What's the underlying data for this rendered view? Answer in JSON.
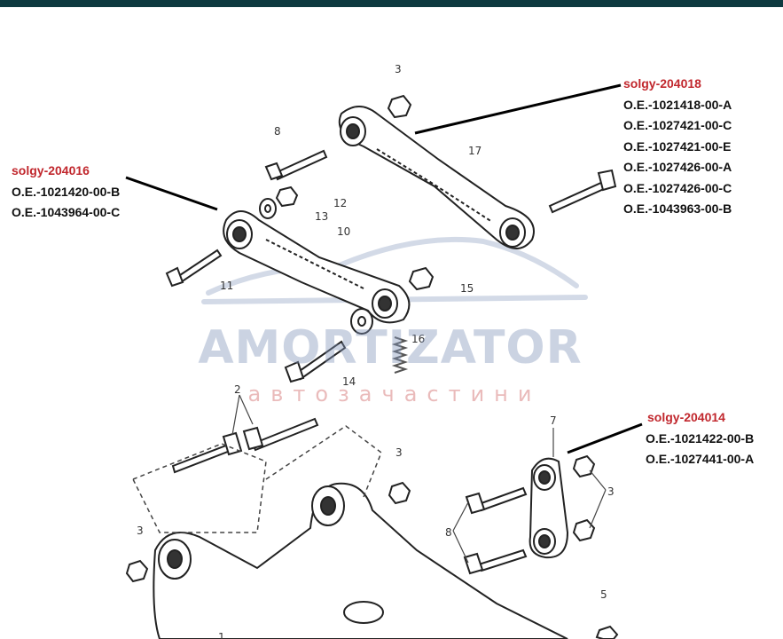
{
  "watermark": {
    "brand": "AMORTIZATOR",
    "subtitle": "автозачастини"
  },
  "callouts": [
    {
      "id": "right-top",
      "sku": "solgy-204018",
      "oe": [
        "O.E.-1021418-00-A",
        "O.E.-1027421-00-C",
        "O.E.-1027421-00-E",
        "O.E.-1027426-00-A",
        "O.E.-1027426-00-C",
        "O.E.-1043963-00-B"
      ]
    },
    {
      "id": "left",
      "sku": "solgy-204016",
      "oe": [
        "O.E.-1021420-00-B",
        "O.E.-1043964-00-C"
      ]
    },
    {
      "id": "right-bottom",
      "sku": "solgy-204014",
      "oe": [
        "O.E.-1021422-00-B",
        "O.E.-1027441-00-A"
      ]
    }
  ],
  "part_numbers": [
    "3",
    "8",
    "17",
    "12",
    "13",
    "10",
    "11",
    "15",
    "16",
    "14",
    "2",
    "3",
    "3",
    "7",
    "3",
    "8",
    "5",
    "1"
  ],
  "colors": {
    "sku": "#c1272d",
    "topbar": "#0e3a40"
  },
  "icons": [
    "bolt-icon",
    "nut-icon",
    "washer-icon",
    "spring-icon",
    "control-arm-icon",
    "car-outline-icon"
  ]
}
